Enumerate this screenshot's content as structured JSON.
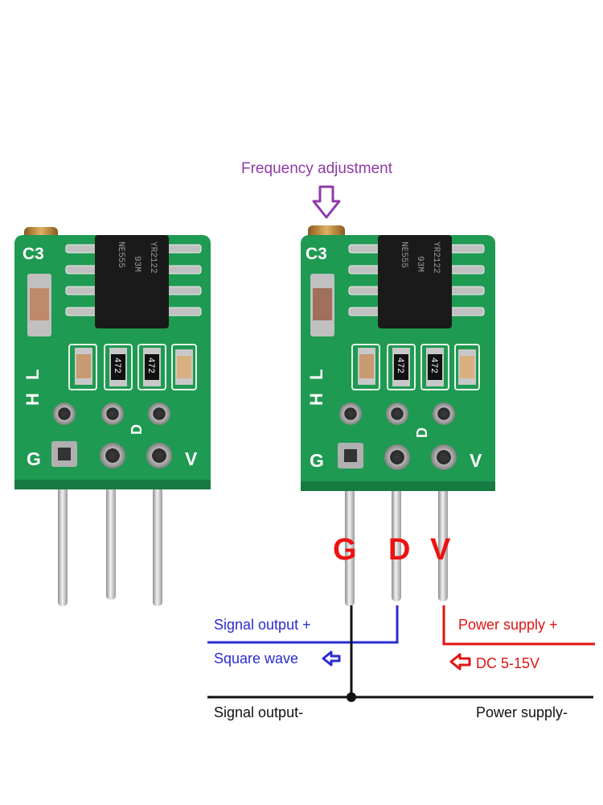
{
  "annotations": {
    "frequency_adjustment": "Frequency adjustment",
    "signal_output_plus": "Signal output +",
    "square_wave": "Square wave",
    "power_supply_plus": "Power supply +",
    "dc_range": "DC 5-15V",
    "signal_output_minus": "Signal output-",
    "power_supply_minus": "Power supply-"
  },
  "pin_labels": {
    "g": "G",
    "d": "D",
    "v": "V"
  },
  "board": {
    "silk_c3": "C3",
    "silk_l": "L",
    "silk_h": "H",
    "silk_g": "G",
    "silk_d": "D",
    "silk_v": "V",
    "chip_line1": "NE555",
    "chip_line2": "93M",
    "chip_line3": "YR2122",
    "resistor_code": "472"
  },
  "colors": {
    "pcb": "#1f9a52",
    "purple": "#8e3aa8",
    "blue": "#2b2bd0",
    "red": "#e01414",
    "black": "#111111"
  },
  "icons": [
    "down-arrow-icon",
    "left-arrow-icon"
  ]
}
